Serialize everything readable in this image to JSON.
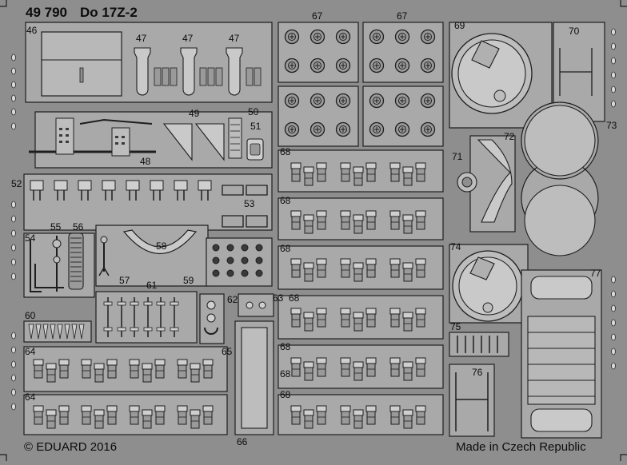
{
  "header": {
    "set_number": "49 790",
    "subject": "Do 17Z-2"
  },
  "footer": {
    "copyright": "© EDUARD 2016",
    "origin": "Made in Czech Republic"
  },
  "part_labels": {
    "p46": "46",
    "p47a": "47",
    "p47b": "47",
    "p47c": "47",
    "p48": "48",
    "p49": "49",
    "p50": "50",
    "p51": "51",
    "p52": "52",
    "p53": "53",
    "p54": "54",
    "p55": "55",
    "p56": "56",
    "p57": "57",
    "p58": "58",
    "p59": "59",
    "p60": "60",
    "p61": "61",
    "p62": "62",
    "p63": "63",
    "p64a": "64",
    "p64b": "64",
    "p65": "65",
    "p66": "66",
    "p67a": "67",
    "p67b": "67",
    "p68a": "68",
    "p68b": "68",
    "p68c": "68",
    "p68d": "68",
    "p68e": "68",
    "p68f": "68",
    "p68g": "68",
    "p69": "69",
    "p70": "70",
    "p71": "71",
    "p72": "72",
    "p73": "73",
    "p74": "74",
    "p75": "75",
    "p76": "76",
    "p77": "77"
  },
  "colors": {
    "fret_background": "#8e8e8e",
    "part_fill": "#a9a9a9",
    "outline": "#1e1e1e",
    "text": "#0c0c0c"
  }
}
